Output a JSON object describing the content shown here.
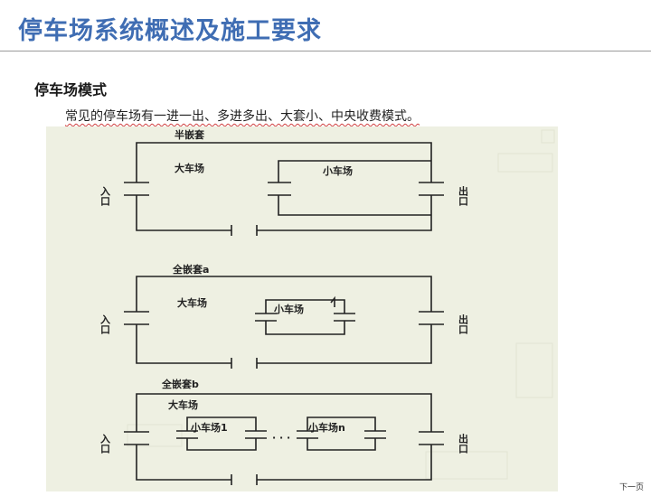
{
  "header": {
    "title": "停车场系统概述及施工要求"
  },
  "section": {
    "heading": "停车场模式"
  },
  "description": "常见的停车场有一进一出、多进多出、大套小、中央收费模式。",
  "diagram": {
    "mode1": {
      "title": "半嵌套",
      "large_lot": "大车场",
      "small_lot": "小车场",
      "entry": "入口",
      "exit": "出口"
    },
    "mode2": {
      "title": "全嵌套a",
      "large_lot": "大车场",
      "small_lot": "小车场",
      "entry": "入口",
      "exit": "出口"
    },
    "mode3": {
      "title": "全嵌套b",
      "large_lot": "大车场",
      "small_lot_1": "小车场1",
      "small_lot_n": "小车场n",
      "ellipsis": "· · ·",
      "entry": "入口",
      "exit": "出口"
    }
  },
  "footer": {
    "corner_text": "下一页"
  },
  "colors": {
    "title": "#3f6db3",
    "figure_bg": "#eef0e2",
    "line": "#222222"
  }
}
